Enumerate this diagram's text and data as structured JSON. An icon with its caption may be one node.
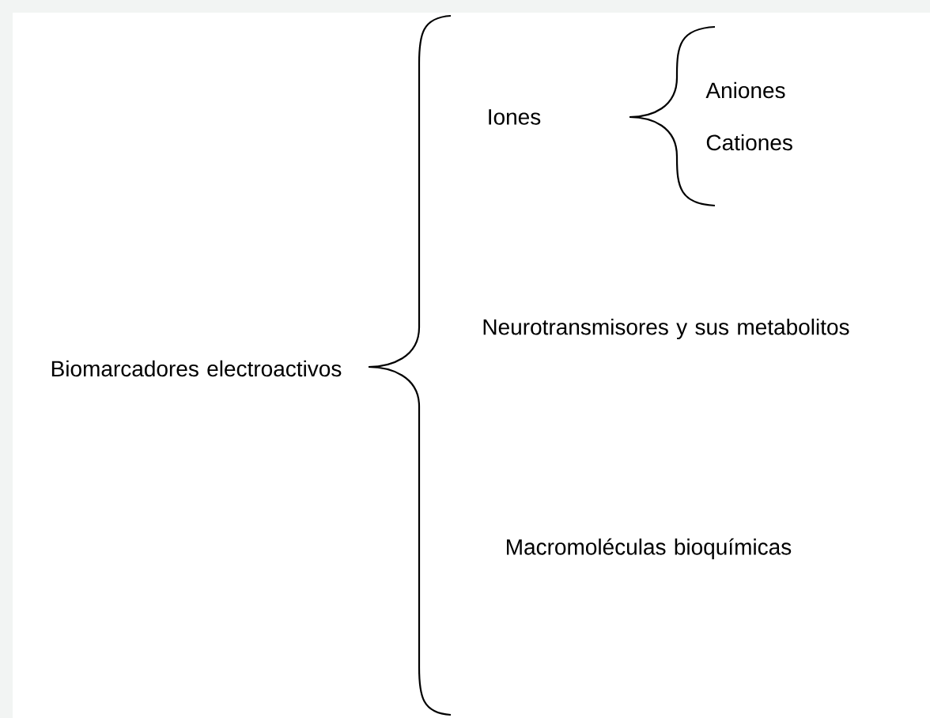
{
  "diagram": {
    "labels": [
      "Biomarcadores electroactivos",
      "Iones",
      "Aniones",
      "Cationes",
      "Neurotransmisores y sus metabolitos",
      "Macromoléculas bioquímicas"
    ]
  }
}
